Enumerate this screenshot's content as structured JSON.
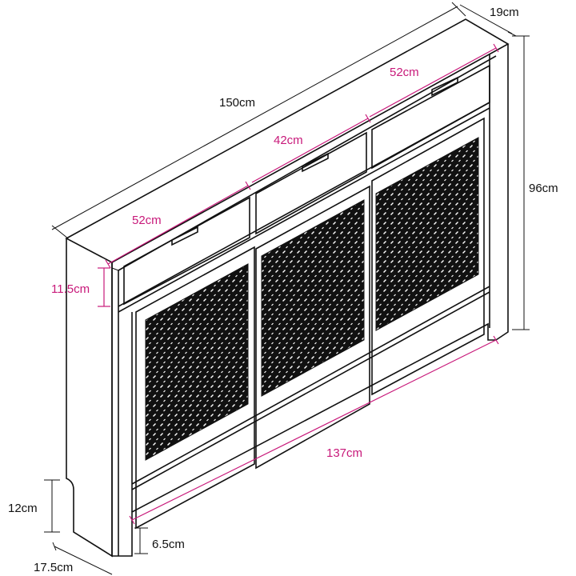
{
  "dimensions": {
    "overall_width": "150cm",
    "depth": "19cm",
    "height": "96cm",
    "drawer_left": "52cm",
    "drawer_middle": "42cm",
    "drawer_right": "52cm",
    "drawer_height": "11.5cm",
    "inner_width": "137cm",
    "foot_height": "12cm",
    "bottom_gap": "6.5cm",
    "side_depth": "17.5cm"
  },
  "colors": {
    "line": "#111111",
    "highlight": "#c8197a"
  }
}
